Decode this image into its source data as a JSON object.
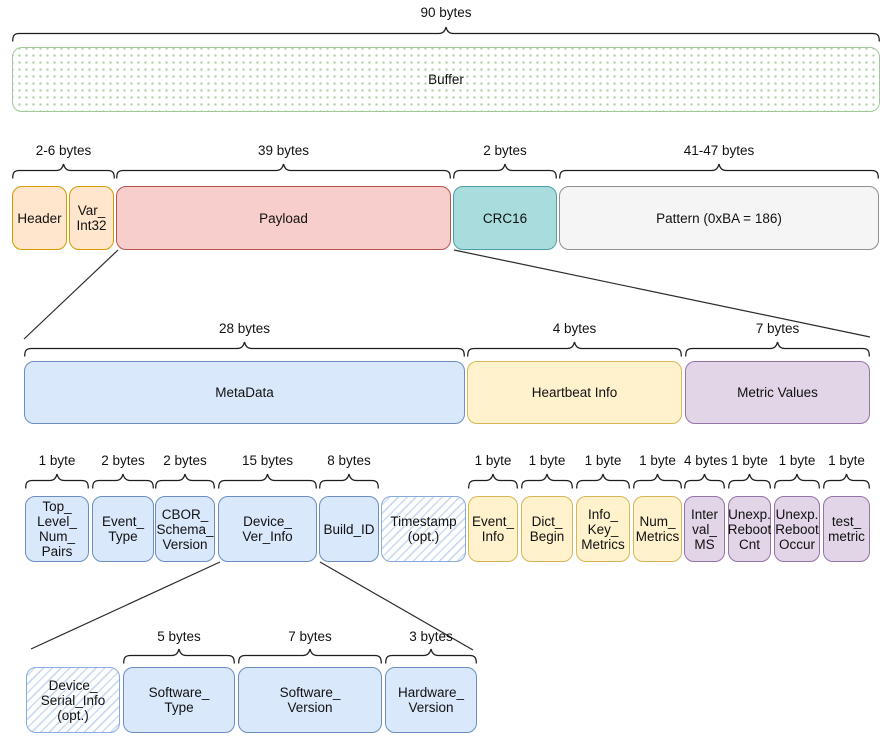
{
  "palette": {
    "orange_fill": "#FFE6CC",
    "orange_stroke": "#D79B00",
    "red_fill": "#F8CECC",
    "red_stroke": "#B85450",
    "teal_fill": "#A9DCDC",
    "teal_stroke": "#4E9FA5",
    "gray_fill": "#F5F5F5",
    "gray_stroke": "#8F8F8F",
    "blue_fill": "#DAE8FC",
    "blue_stroke": "#6C8EBF",
    "yellow_fill": "#FFF2CC",
    "yellow_stroke": "#D6B656",
    "purple_fill": "#E1D5E7",
    "purple_stroke": "#9673A6",
    "green_dot_fill": "#B9D7B0",
    "green_stroke": "#A2C89A",
    "hatch_line_blue": "#CBDCF2",
    "hatch_stroke_blue": "#88ABDD"
  },
  "buffer_row": {
    "size": "90 bytes",
    "buffer_label": "Buffer"
  },
  "frame_row": {
    "sizes": [
      "2-6 bytes",
      "39 bytes",
      "2 bytes",
      "41-47 bytes"
    ],
    "boxes": [
      {
        "label": "Header"
      },
      {
        "label": "Var_\nInt32"
      },
      {
        "label": "Payload"
      },
      {
        "label": "CRC16"
      },
      {
        "label": "Pattern (0xBA = 186)"
      }
    ]
  },
  "payload_row": {
    "sizes": [
      "28 bytes",
      "4 bytes",
      "7 bytes"
    ],
    "boxes": [
      {
        "label": "MetaData"
      },
      {
        "label": "Heartbeat Info"
      },
      {
        "label": "Metric Values"
      }
    ]
  },
  "fields_row": {
    "sizes": [
      "1 byte",
      "2 bytes",
      "2 bytes",
      "15 bytes",
      "8 bytes",
      "1 byte",
      "1 byte",
      "1 byte",
      "1 byte",
      "4 bytes",
      "1 byte",
      "1 byte",
      "1 byte"
    ],
    "boxes": [
      {
        "label": "Top_\nLevel_\nNum_\nPairs"
      },
      {
        "label": "Event_\nType"
      },
      {
        "label": "CBOR_\nSchema_\nVersion"
      },
      {
        "label": "Device_\nVer_Info"
      },
      {
        "label": "Build_ID"
      },
      {
        "label": "Timestamp\n(opt.)"
      },
      {
        "label": "Event_\nInfo"
      },
      {
        "label": "Dict_\nBegin"
      },
      {
        "label": "Info_\nKey_\nMetrics"
      },
      {
        "label": "Num_\nMetrics"
      },
      {
        "label": "Inter\nval_\nMS"
      },
      {
        "label": "Unexp.\nReboot\nCnt"
      },
      {
        "label": "Unexp.\nReboot\nOccur"
      },
      {
        "label": "test_\nmetric"
      }
    ]
  },
  "device_ver_row": {
    "sizes": [
      "5 bytes",
      "7 bytes",
      "3 bytes"
    ],
    "boxes": [
      {
        "label": "Device_\nSerial_Info\n(opt.)"
      },
      {
        "label": "Software_\nType"
      },
      {
        "label": "Software_\nVersion"
      },
      {
        "label": "Hardware_\nVersion"
      }
    ]
  }
}
